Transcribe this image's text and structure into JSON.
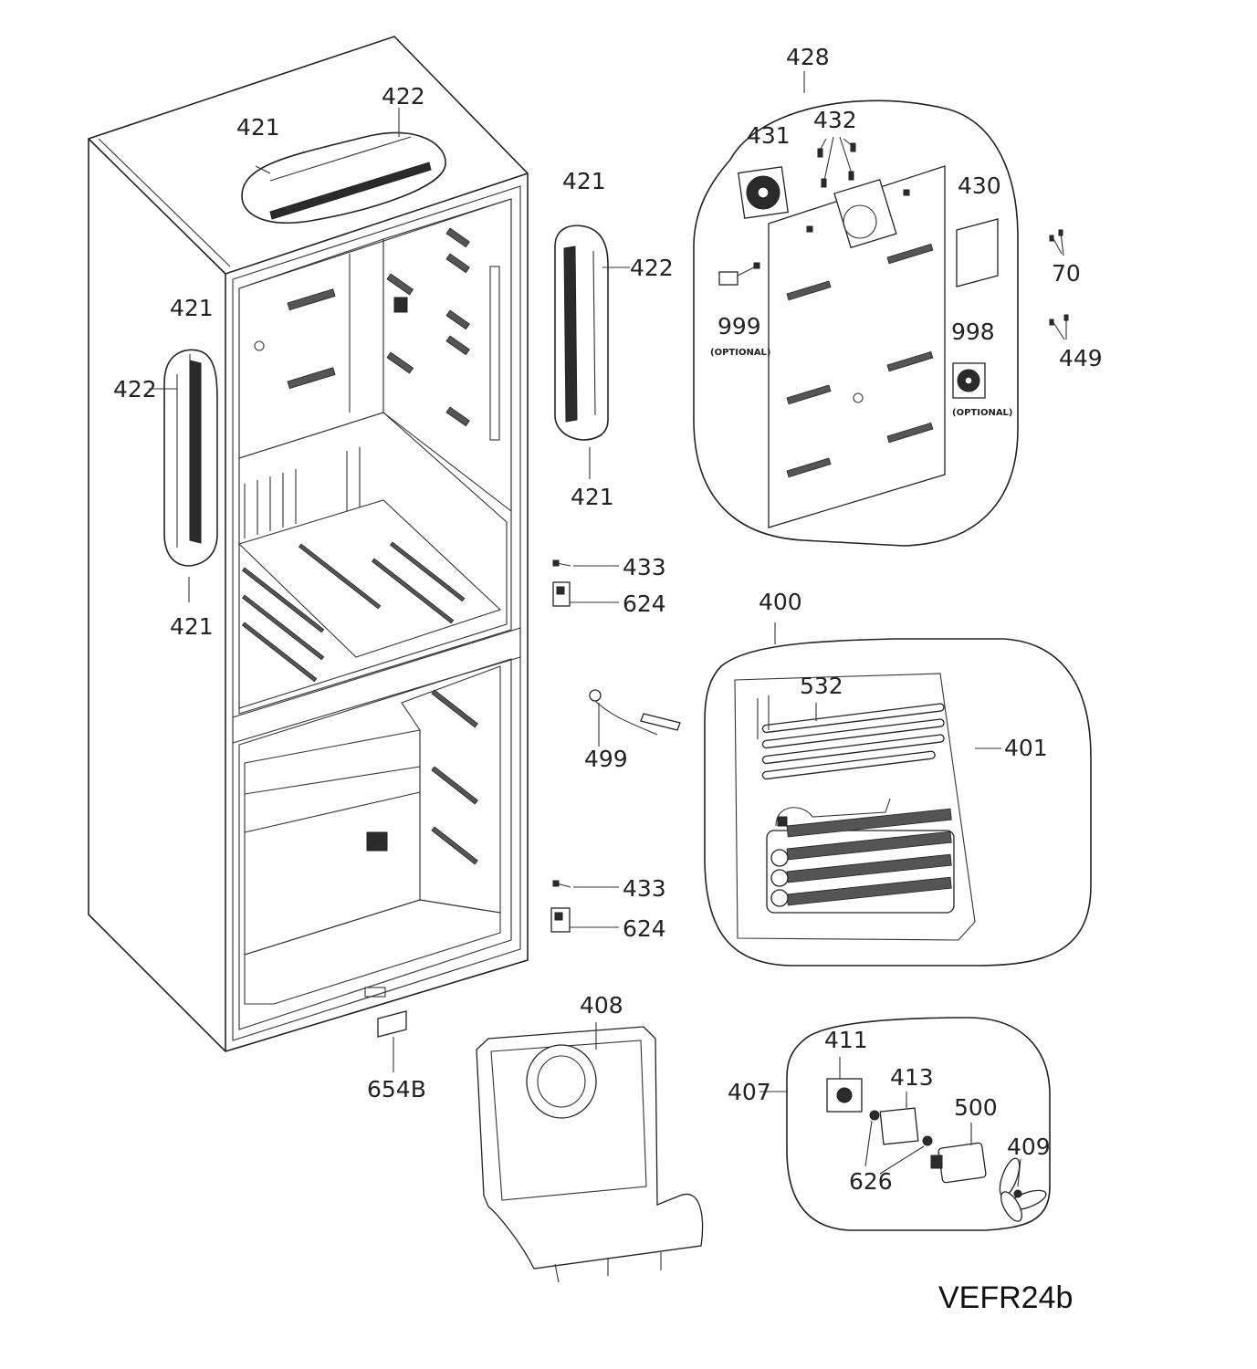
{
  "model_code": "VEFR24b",
  "optional_note": "(OPTIONAL)",
  "callouts": {
    "c421_top": "421",
    "c422_top": "422",
    "c421_left_top": "421",
    "c422_left": "422",
    "c421_left_bottom": "421",
    "c421_right_top": "421",
    "c422_right": "422",
    "c421_right_bottom": "421",
    "c428": "428",
    "c431": "431",
    "c432": "432",
    "c430": "430",
    "c999": "999",
    "c998": "998",
    "c70": "70",
    "c449": "449",
    "c433_upper": "433",
    "c624_upper": "624",
    "c433_lower": "433",
    "c624_lower": "624",
    "c400": "400",
    "c532": "532",
    "c401": "401",
    "c499": "499",
    "c654B": "654B",
    "c408": "408",
    "c407": "407",
    "c411": "411",
    "c413": "413",
    "c500": "500",
    "c409": "409",
    "c626": "626"
  }
}
